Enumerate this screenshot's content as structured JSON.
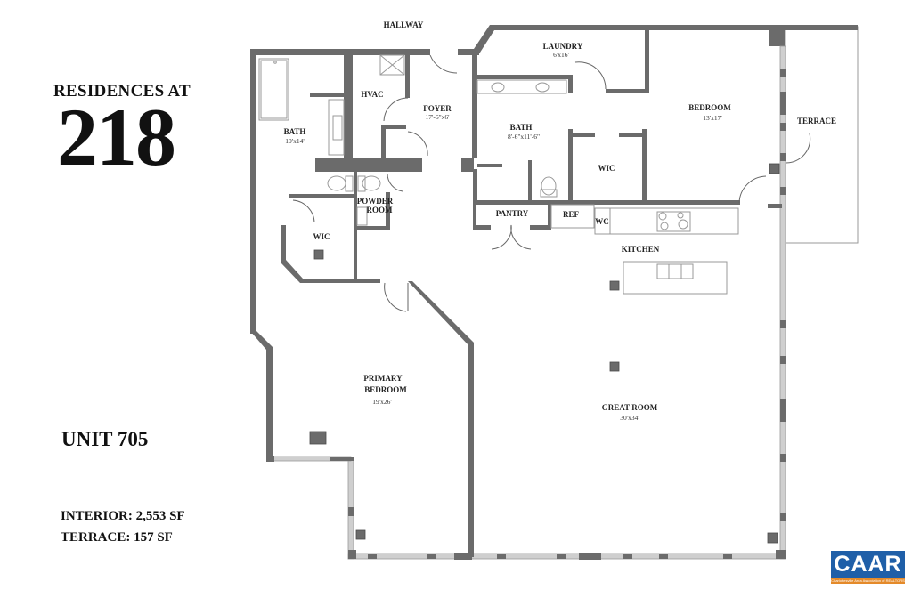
{
  "heading": {
    "line1": "RESIDENCES AT",
    "number": "218"
  },
  "unit": {
    "label": "UNIT 705"
  },
  "areas": {
    "interior": "INTERIOR: 2,553 SF",
    "terrace": "TERRACE: 157 SF"
  },
  "plan": {
    "hallway": "HALLWAY",
    "rooms": {
      "bath1": {
        "name": "BATH",
        "dim": "10'x14'"
      },
      "hvac": {
        "name": "HVAC"
      },
      "foyer": {
        "name": "FOYER",
        "dim": "17'-6\"x6'"
      },
      "laundry": {
        "name": "LAUNDRY",
        "dim": "6'x16'"
      },
      "bath2": {
        "name": "BATH",
        "dim": "8'-6\"x11'-6\""
      },
      "wic_right": {
        "name": "WIC"
      },
      "bedroom": {
        "name": "BEDROOM",
        "dim": "13'x17'"
      },
      "terrace": {
        "name": "TERRACE"
      },
      "powder_room": {
        "line1": "POWDER",
        "line2": "ROOM"
      },
      "wic_left": {
        "name": "WIC"
      },
      "pantry": {
        "name": "PANTRY"
      },
      "ref": {
        "name": "REF"
      },
      "wc": {
        "name": "WC"
      },
      "kitchen": {
        "name": "KITCHEN"
      },
      "primary_bedroom": {
        "line1": "PRIMARY",
        "line2": "BEDROOM",
        "dim": "19'x26'"
      },
      "great_room": {
        "name": "GREAT ROOM",
        "dim": "30'x34'"
      }
    }
  },
  "logo": {
    "text": "CAAR",
    "tagline": "Charlottesville Area Association of REALTORS",
    "colors": {
      "primary": "#1f5fa8",
      "accent": "#e48a2a"
    }
  },
  "colors": {
    "wall": "#6b6b6b",
    "glass": "#cfcfcf"
  }
}
